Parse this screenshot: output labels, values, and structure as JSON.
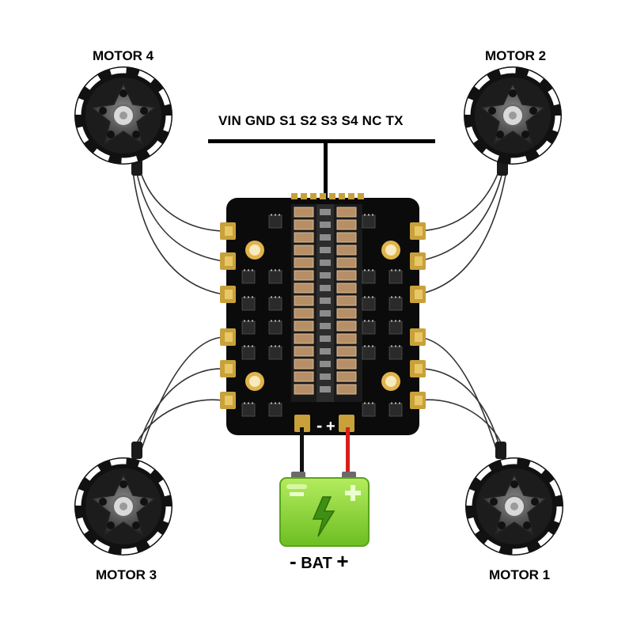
{
  "motors": {
    "m4": {
      "label": "MOTOR 4"
    },
    "m2": {
      "label": "MOTOR 2"
    },
    "m3": {
      "label": "MOTOR 3"
    },
    "m1": {
      "label": "MOTOR 1"
    }
  },
  "header_pins": {
    "label": "VIN  GND  S1 S2 S3 S4 NC TX"
  },
  "battery": {
    "minus": "-",
    "label": "BAT",
    "plus": "+"
  },
  "board": {
    "minus_mark": "-",
    "plus_mark": "+"
  },
  "colors": {
    "board": "#0b0b0b",
    "pad": "#c8a13a",
    "battery_green": "#8fd43a",
    "wire_positive": "#d6201b",
    "wire_negative": "#111111"
  }
}
